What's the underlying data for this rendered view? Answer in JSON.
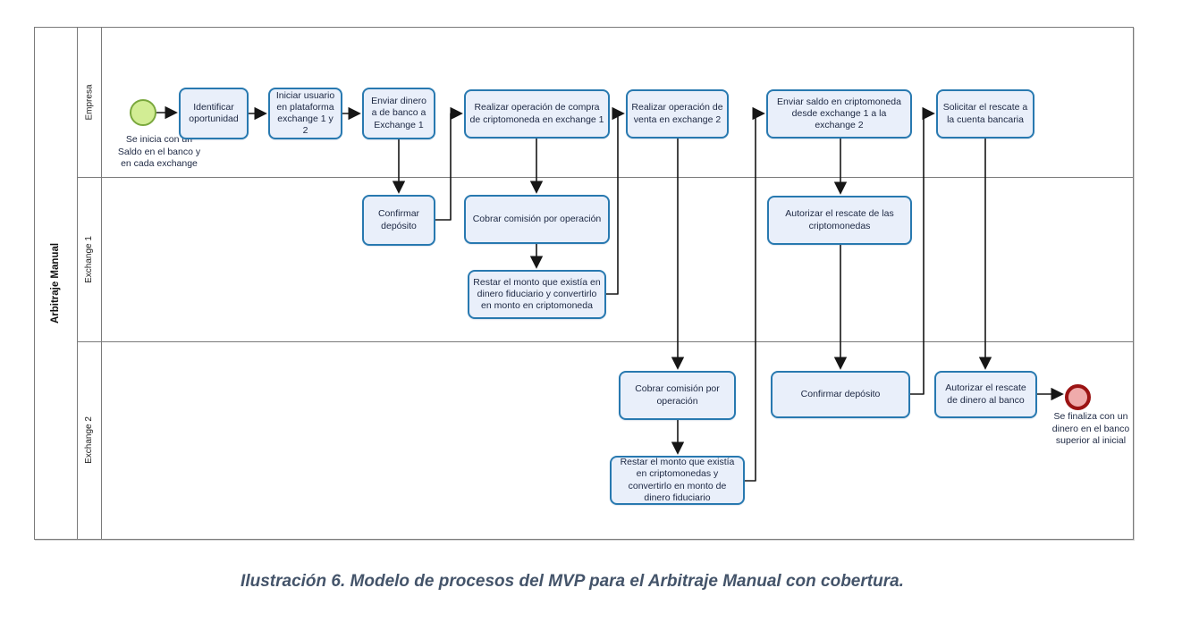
{
  "figure": {
    "pool_title": "Arbitraje Manual",
    "lanes": [
      {
        "label": "Empresa"
      },
      {
        "label": "Exchange 1"
      },
      {
        "label": "Exchange 2"
      }
    ],
    "start_event": {
      "label": "Se inicia con un\nSaldo en el banco y\nen cada exchange"
    },
    "end_event": {
      "label": "Se finaliza con un\ndinero en el banco\nsuperior al inicial"
    },
    "tasks": [
      {
        "lane": "Empresa",
        "label": "Identificar oportunidad"
      },
      {
        "lane": "Empresa",
        "label": "Iniciar usuario en plataforma exchange 1 y 2"
      },
      {
        "lane": "Empresa",
        "label": "Enviar dinero a de banco a Exchange 1"
      },
      {
        "lane": "Empresa",
        "label": "Realizar operación de compra de criptomoneda en exchange 1"
      },
      {
        "lane": "Empresa",
        "label": "Realizar operación de venta en exchange 2"
      },
      {
        "lane": "Empresa",
        "label": "Enviar saldo en criptomoneda desde exchange 1 a la exchange 2"
      },
      {
        "lane": "Empresa",
        "label": "Solicitar el rescate a la cuenta bancaria"
      },
      {
        "lane": "Exchange 1",
        "label": "Confirmar depósito"
      },
      {
        "lane": "Exchange 1",
        "label": "Cobrar comisión por operación"
      },
      {
        "lane": "Exchange 1",
        "label": "Restar el monto que existía en dinero fiduciario y convertirlo en monto en criptomoneda"
      },
      {
        "lane": "Exchange 1",
        "label": "Autorizar el rescate de las criptomonedas"
      },
      {
        "lane": "Exchange 2",
        "label": "Cobrar comisión por operación"
      },
      {
        "lane": "Exchange 2",
        "label": "Restar el monto que existía en criptomonedas y convertirlo en monto de dinero fiduciario"
      },
      {
        "lane": "Exchange 2",
        "label": "Confirmar depósito"
      },
      {
        "lane": "Exchange 2",
        "label": "Autorizar el rescate de dinero al banco"
      }
    ]
  },
  "caption": "Ilustración 6. Modelo de procesos del MVP para el Arbitraje Manual con cobertura.",
  "colors": {
    "task_fill": "#e9effa",
    "task_border": "#2879b0",
    "start_fill": "#d2ed94",
    "start_border": "#7aa83d",
    "end_fill": "#efabab",
    "end_border": "#9b1313",
    "pool_border": "#7a7a7a",
    "connector": "#161616",
    "caption_text": "#44546a"
  }
}
